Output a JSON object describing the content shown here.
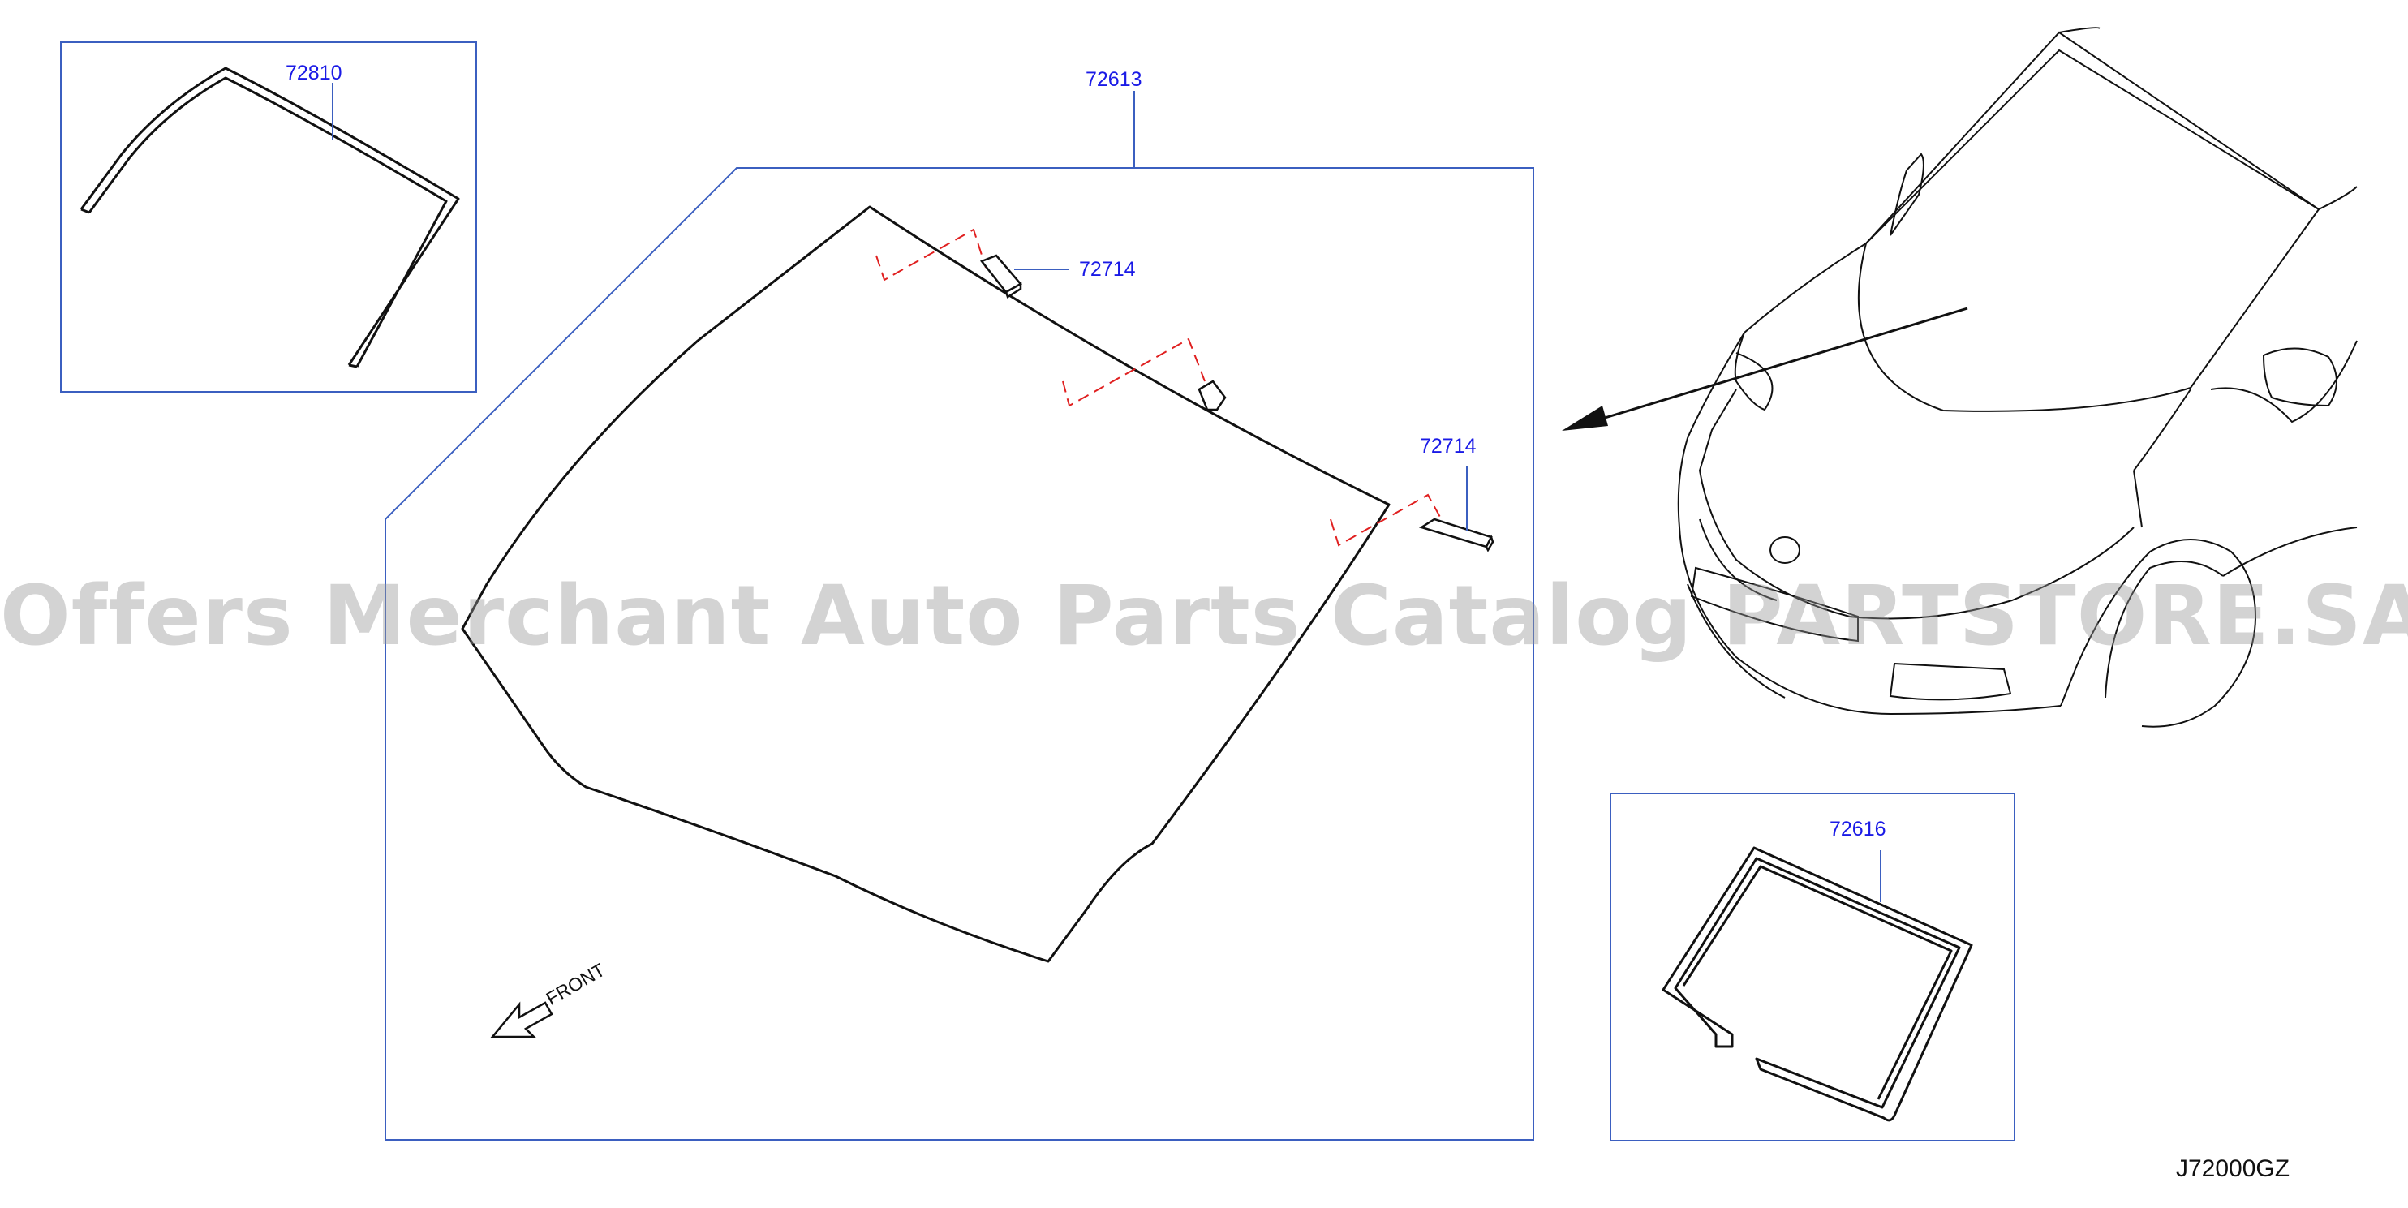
{
  "callouts": {
    "moulding": "72810",
    "windshield": "72613",
    "clip_upper": "72714",
    "clip_right": "72714",
    "dam_rubber": "72616"
  },
  "front_label": "FRONT",
  "diagram_code": "J72000GZ",
  "watermark": "Offers Merchant Auto Parts Catalog PARTSTORE.SA",
  "colors": {
    "line": "#111111",
    "callout": "#1a1ae6",
    "frame": "#3b5fc0",
    "leader": "#e02020",
    "watermark": "#969696"
  }
}
